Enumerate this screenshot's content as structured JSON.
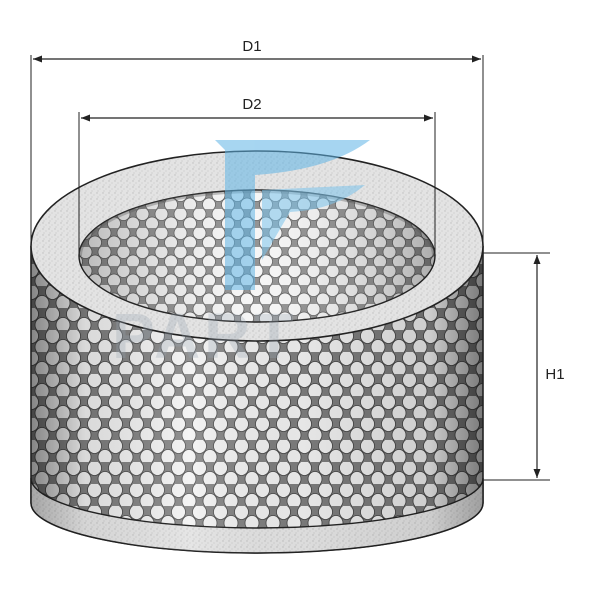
{
  "dimensions": {
    "d1": "D1",
    "d2": "D2",
    "h1": "H1"
  },
  "colors": {
    "line": "#222222",
    "filter_media": "#d8d8d8",
    "mesh_hole": "#f4f4f4",
    "mesh_metal": "#8a8a8a",
    "watermark": "#5fb4e6"
  },
  "watermark": {
    "icon": "brand-swoosh-logo-icon",
    "text": "PART"
  }
}
